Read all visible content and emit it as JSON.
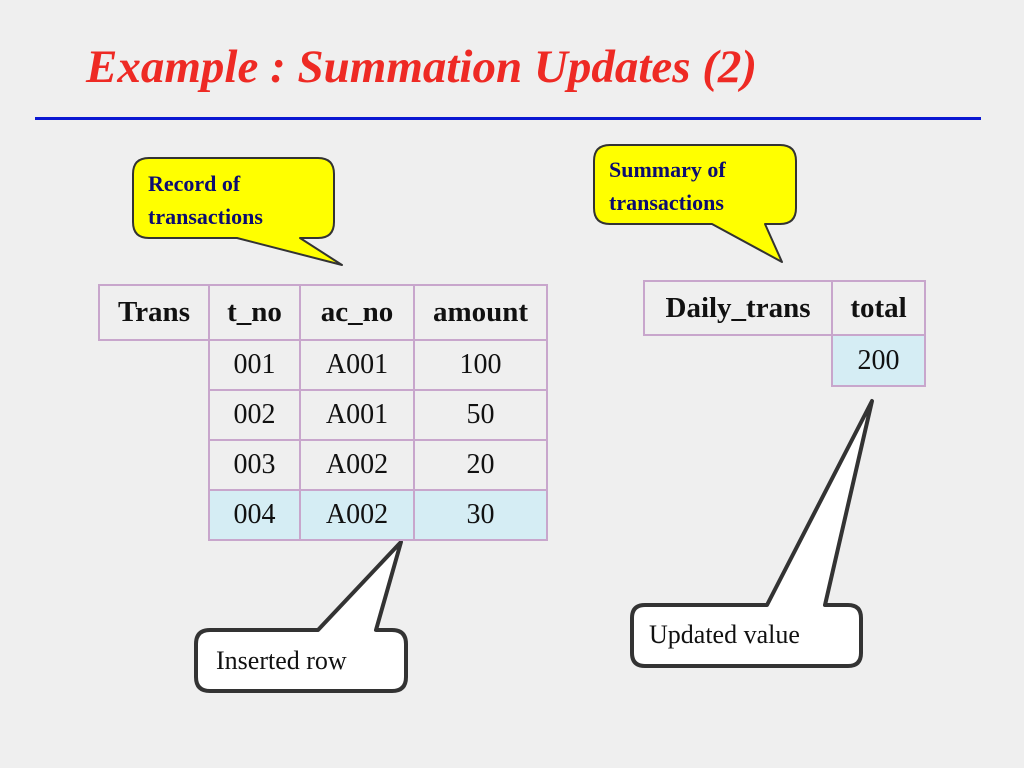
{
  "title": "Example : Summation Updates (2)",
  "callouts": {
    "record": "Record of transactions",
    "summary": "Summary of transactions",
    "inserted": "Inserted row",
    "updated": "Updated value"
  },
  "trans_table": {
    "name": "Trans",
    "columns": [
      "t_no",
      "ac_no",
      "amount"
    ],
    "rows": [
      [
        "001",
        "A001",
        "100"
      ],
      [
        "002",
        "A001",
        "50"
      ],
      [
        "003",
        "A002",
        "20"
      ],
      [
        "004",
        "A002",
        "30"
      ]
    ]
  },
  "daily_table": {
    "name": "Daily_trans",
    "columns": [
      "total"
    ],
    "rows": [
      [
        "200"
      ]
    ]
  },
  "colors": {
    "title": "#ee2a24",
    "rule": "#0b18d2",
    "callout_yellow": "#ffff00",
    "callout_yellow_text": "#0c0c70",
    "table_border": "#c8a6cc",
    "highlight_cell": "#d5edf4",
    "background": "#efefef"
  }
}
